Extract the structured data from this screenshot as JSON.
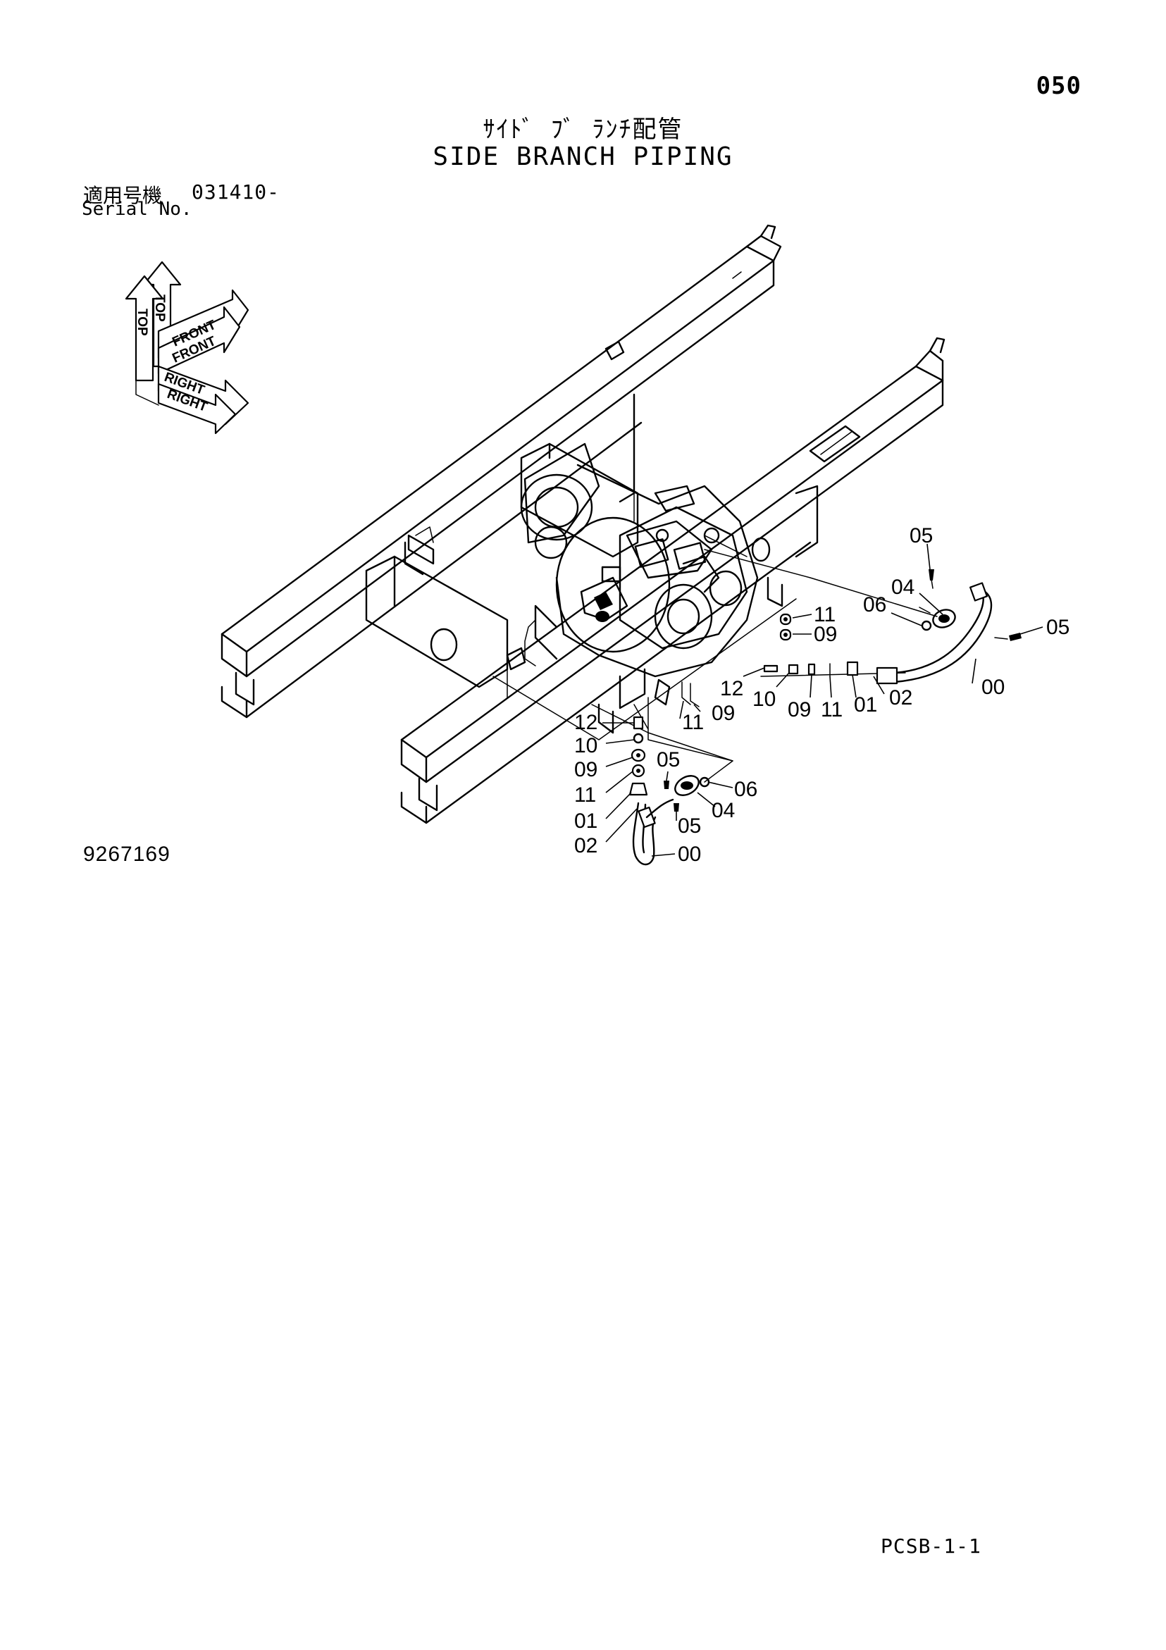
{
  "header": {
    "page_number": "050",
    "title_jp": "ｻｲﾄﾞ ﾌﾞ ﾗﾝﾁ配管",
    "title_en": "SIDE BRANCH PIPING",
    "serial_label_jp": "適用号機",
    "serial_value": "031410-",
    "serial_label_en": "Serial No."
  },
  "orientation": {
    "top_label": "TOP",
    "front_label": "FRONT",
    "right_label": "RIGHT"
  },
  "callouts": {
    "c_05_a": "05",
    "c_04_a": "04",
    "c_06_a": "06",
    "c_11_a": "11",
    "c_09_a": "09",
    "c_05_b": "05",
    "c_12_a": "12",
    "c_10_a": "10",
    "c_09_b": "09",
    "c_11_b": "11",
    "c_01_a": "01",
    "c_02_a": "02",
    "c_00_a": "00",
    "c_11_c": "11",
    "c_09_c": "09",
    "c_12_b": "12",
    "c_10_b": "10",
    "c_09_d": "09",
    "c_11_d": "11",
    "c_01_b": "01",
    "c_02_b": "02",
    "c_05_c": "05",
    "c_06_b": "06",
    "c_04_b": "04",
    "c_05_d": "05",
    "c_00_b": "00"
  },
  "footer": {
    "drawing_number": "9267169",
    "page_code": "PCSB-1-1"
  }
}
